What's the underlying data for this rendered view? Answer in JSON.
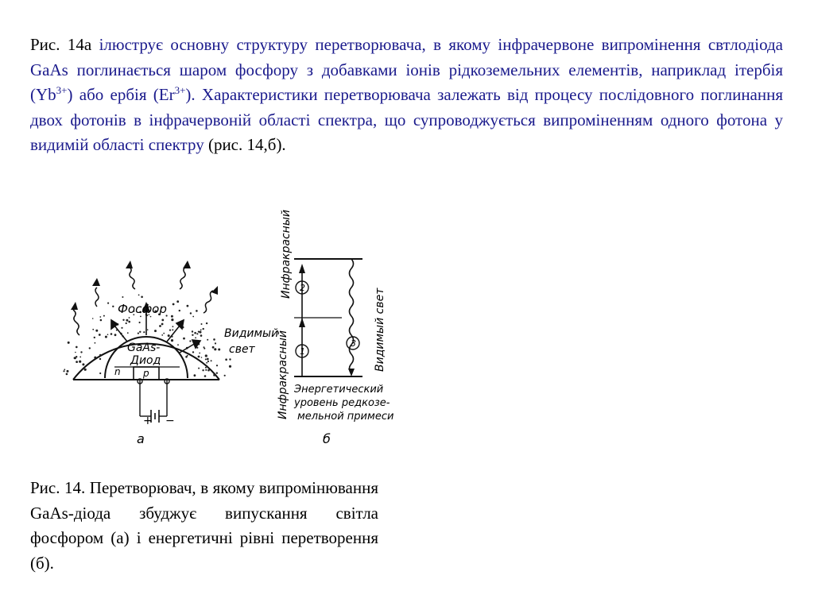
{
  "paragraph": {
    "lead": "Рис. 14а ",
    "hl1": "ілюструє основну структуру перетворювача, в якому інфрачервоне випромінення свтлодіода GaAs поглинається шаром фосфору з добавками іонів рідкоземельних елементів, наприклад ітербія (Yb",
    "sup1": "3+",
    "mid": ") або ербія (Er",
    "sup2": "3+",
    "hl2": "). Характеристики перетворювача залежать від процесу послідовного поглинання двох фотонів в інфрачервоній області спектра, що супроводжується випроміненням одного фотона у видимій області спектру",
    "tail": " (рис. 14,б)."
  },
  "figure": {
    "a": {
      "phosphor": "Фосфор",
      "diode_line1": "GaAs-",
      "diode_line2": "Диод",
      "n": "n",
      "p": "p",
      "visible_line1": "Видимый",
      "visible_line2": "свет",
      "plus": "+",
      "minus": "−",
      "letter": "а"
    },
    "b": {
      "ir_top": "Инфракрасный",
      "ir_bottom": "Инфракрасный",
      "visible": "Видимый свет",
      "level_1": "1",
      "level_2": "2",
      "level_3": "3",
      "energy_line1": "Энергетический",
      "energy_line2": "уровень редкозе-",
      "energy_line3": "мельной примеси",
      "letter": "б"
    }
  },
  "caption": "Рис. 14. Перетворювач, в якому випромінювання GaAs-діода збуджує випускання світла фосфором (а) і енергетичні рівні перетворення (б)."
}
